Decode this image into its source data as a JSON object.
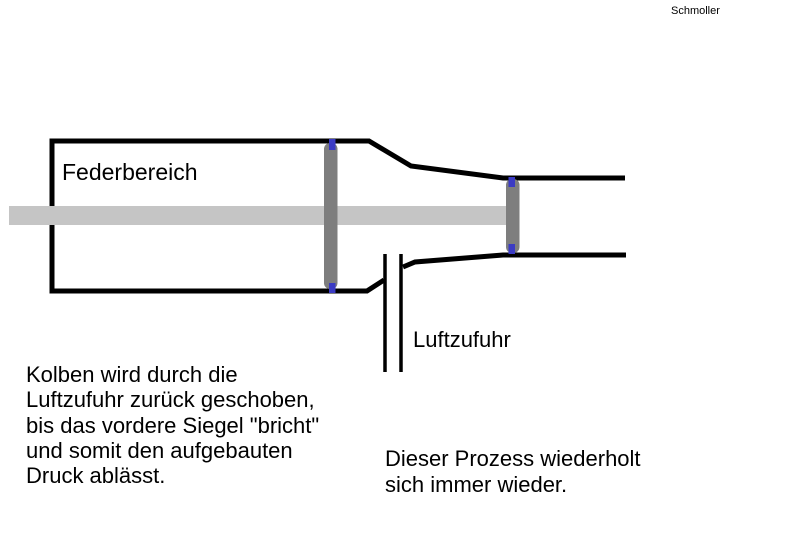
{
  "author": "Schmoller",
  "colors": {
    "background": "#FFFFFF",
    "outline": "#000000",
    "rod": "#C5C5C5",
    "seal": "#7E7E7E",
    "handle": "#3B3BC4"
  },
  "diagram": {
    "labels": {
      "spring_area": "Federbereich",
      "air_supply": "Luftzufuhr"
    }
  },
  "annotations": {
    "process_explanation": "Kolben wird durch die\nLuftzufuhr zurück geschoben,\nbis das vordere Siegel \"bricht\"\nund somit den aufgebauten\nDruck ablässt.",
    "repeat_note": "Dieser Prozess wiederholt\nsich immer wieder."
  }
}
